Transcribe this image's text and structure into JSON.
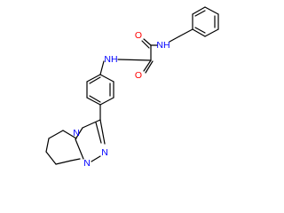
{
  "molecule": {
    "colors": {
      "bond": "#000000",
      "oxygen": "#ff0000",
      "nitrogen": "#0000ff"
    },
    "atoms": [
      {
        "id": "o_top",
        "label": "O",
        "color": "oxygen"
      },
      {
        "id": "nh_right",
        "label": "NH",
        "color": "nitrogen"
      },
      {
        "id": "nh_left",
        "label": "NH",
        "color": "nitrogen"
      },
      {
        "id": "o_bottom",
        "label": "O",
        "color": "oxygen"
      },
      {
        "id": "n_ring",
        "label": "N",
        "color": "nitrogen"
      },
      {
        "id": "n_triazole_a",
        "label": "N",
        "color": "nitrogen"
      },
      {
        "id": "n_triazole_b",
        "label": "N",
        "color": "nitrogen"
      }
    ]
  }
}
